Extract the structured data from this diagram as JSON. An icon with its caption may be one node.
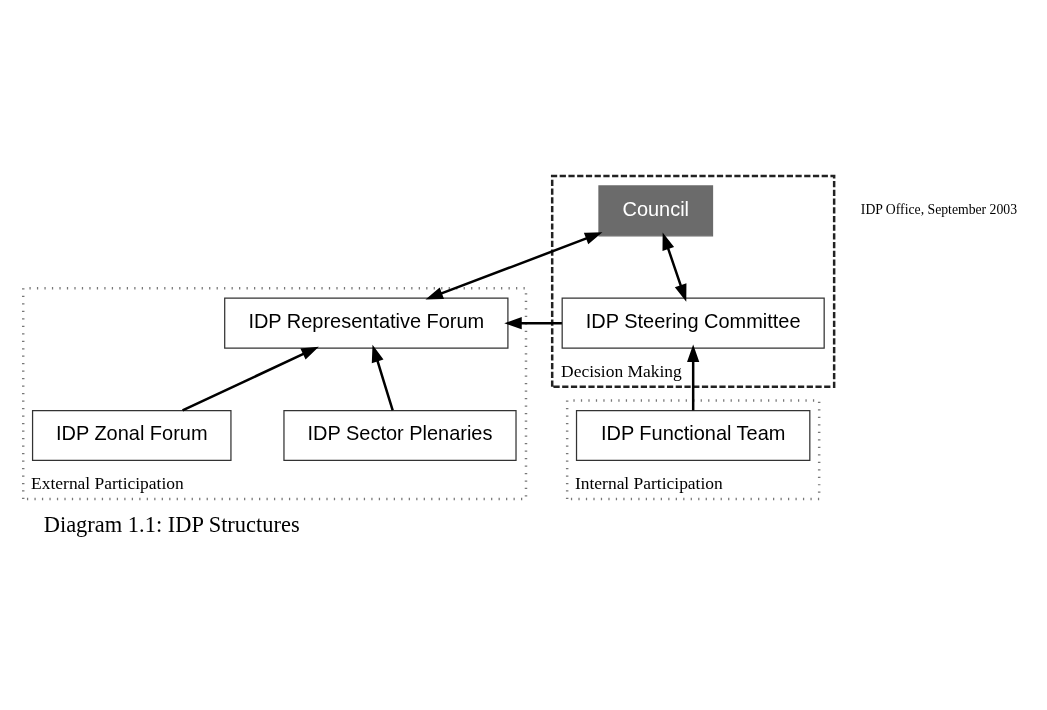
{
  "diagram": {
    "caption": "Diagram 1.1: IDP Structures",
    "nodes": [
      {
        "text": [
          "Decision Making"
        ]
      },
      {
        "text": [
          "Council"
        ],
        "in": 0
      },
      {
        "text": [
          "IDP Steering Committee"
        ],
        "in": 0
      },
      {
        "text": [
          "External Participation"
        ]
      },
      {
        "text": [
          "IDP Representative Forum"
        ],
        "in": 3
      },
      {
        "text": [
          "IDP Zonal Forum"
        ],
        "in": 3
      },
      {
        "text": [
          "IDP Sector Plenaries"
        ],
        "in": 3
      },
      {
        "text": [
          "Internal Participation"
        ]
      },
      {
        "text": [
          "IDP Functional Team"
        ],
        "in": 7
      }
    ],
    "edges": [
      {
        "from": 1,
        "to": 4,
        "arrow": "both"
      },
      {
        "from": 1,
        "to": 2,
        "arrow": "both"
      },
      {
        "from": 2,
        "to": 4,
        "arrow": "to"
      },
      {
        "from": 5,
        "to": 4,
        "arrow": "to"
      },
      {
        "from": 6,
        "to": 4,
        "arrow": "to"
      },
      {
        "from": 8,
        "to": 2,
        "arrow": "to"
      }
    ],
    "labels": [
      "IDP Office, September 2003"
    ]
  }
}
